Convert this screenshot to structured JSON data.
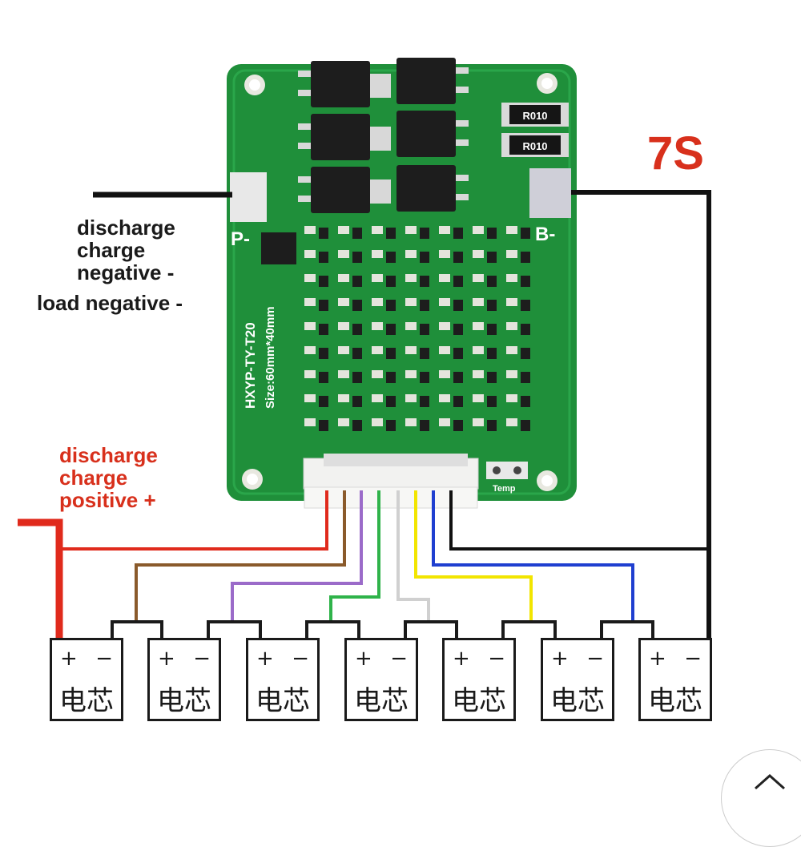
{
  "labels": {
    "series_count": "7S",
    "negative_lines": [
      "discharge",
      "charge",
      "negative -"
    ],
    "load_negative": "load negative -",
    "positive_lines": [
      "discharge",
      "charge",
      "positive +"
    ]
  },
  "board": {
    "p_terminal": "P-",
    "b_terminal": "B-",
    "model": "HXYP-TY-T20",
    "size": "Size:60mm*40mm",
    "resistor_marking": "R010",
    "temp_label": "Temp"
  },
  "cells": [
    {
      "plus": "+",
      "minus": "−",
      "name": "电芯"
    },
    {
      "plus": "+",
      "minus": "−",
      "name": "电芯"
    },
    {
      "plus": "+",
      "minus": "−",
      "name": "电芯"
    },
    {
      "plus": "+",
      "minus": "−",
      "name": "电芯"
    },
    {
      "plus": "+",
      "minus": "−",
      "name": "电芯"
    },
    {
      "plus": "+",
      "minus": "−",
      "name": "电芯"
    },
    {
      "plus": "+",
      "minus": "−",
      "name": "电芯"
    }
  ],
  "colors": {
    "pcb": "#1f8f3a",
    "wire_red": "#e02a1c",
    "wire_brown": "#8a5a2b",
    "wire_purple": "#9b6bc9",
    "wire_green": "#2fb34a",
    "wire_white": "#e6e6e6",
    "wire_yellow": "#f2e500",
    "wire_blue": "#1f3fd0",
    "wire_black": "#111111",
    "label_red": "#d8301c"
  }
}
